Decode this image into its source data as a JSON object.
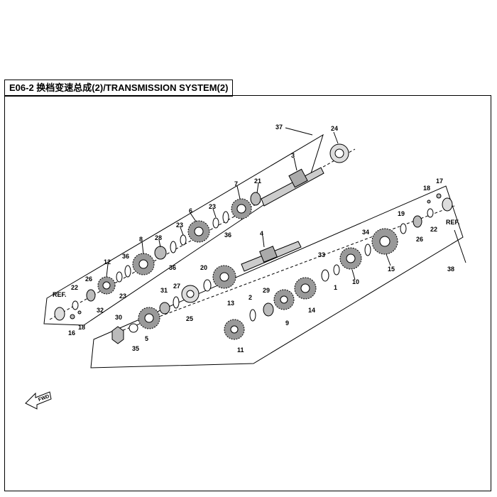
{
  "title": "E06-2  换档变速总成(2)/TRANSMISSION  SYSTEM(2)",
  "fwd_label": "FWD",
  "callouts": [
    {
      "id": "c37",
      "text": "37"
    },
    {
      "id": "c24",
      "text": "24"
    },
    {
      "id": "c3",
      "text": "3"
    },
    {
      "id": "c21",
      "text": "21"
    },
    {
      "id": "c7",
      "text": "7"
    },
    {
      "id": "c23a",
      "text": "23"
    },
    {
      "id": "c6",
      "text": "6"
    },
    {
      "id": "c36a",
      "text": "36"
    },
    {
      "id": "c23b",
      "text": "23"
    },
    {
      "id": "c28",
      "text": "28"
    },
    {
      "id": "c8",
      "text": "8"
    },
    {
      "id": "c36b",
      "text": "36"
    },
    {
      "id": "c36c",
      "text": "36"
    },
    {
      "id": "c12",
      "text": "12"
    },
    {
      "id": "c26a",
      "text": "26"
    },
    {
      "id": "c23c",
      "text": "23"
    },
    {
      "id": "c32",
      "text": "32"
    },
    {
      "id": "cref1",
      "text": "REF."
    },
    {
      "id": "c22a",
      "text": "22"
    },
    {
      "id": "c16",
      "text": "16"
    },
    {
      "id": "c18a",
      "text": "18"
    },
    {
      "id": "c4",
      "text": "4"
    },
    {
      "id": "c20",
      "text": "20"
    },
    {
      "id": "c13",
      "text": "13"
    },
    {
      "id": "c31",
      "text": "31"
    },
    {
      "id": "c27",
      "text": "27"
    },
    {
      "id": "c25",
      "text": "25"
    },
    {
      "id": "c30",
      "text": "30"
    },
    {
      "id": "c5",
      "text": "5"
    },
    {
      "id": "c35",
      "text": "35"
    },
    {
      "id": "c2",
      "text": "2"
    },
    {
      "id": "c29",
      "text": "29"
    },
    {
      "id": "c9",
      "text": "9"
    },
    {
      "id": "c11",
      "text": "11"
    },
    {
      "id": "c14",
      "text": "14"
    },
    {
      "id": "c33",
      "text": "33"
    },
    {
      "id": "c1",
      "text": "1"
    },
    {
      "id": "c34",
      "text": "34"
    },
    {
      "id": "c10",
      "text": "10"
    },
    {
      "id": "c15",
      "text": "15"
    },
    {
      "id": "c19",
      "text": "19"
    },
    {
      "id": "c26b",
      "text": "26"
    },
    {
      "id": "c22b",
      "text": "22"
    },
    {
      "id": "c18b",
      "text": "18"
    },
    {
      "id": "c17",
      "text": "17"
    },
    {
      "id": "cref2",
      "text": "REF."
    },
    {
      "id": "c38",
      "text": "38"
    }
  ]
}
